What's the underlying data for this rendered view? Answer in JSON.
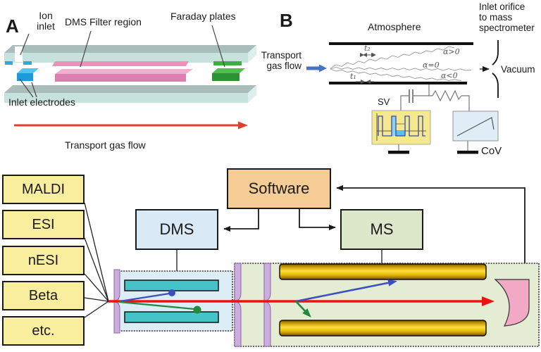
{
  "figure": {
    "panel_a": {
      "letter": "A",
      "ion_inlet": "Ion\ninlet",
      "dms_filter_region": "DMS Filter region",
      "faraday_plates": "Faraday plates",
      "inlet_electrodes": "Inlet electrodes",
      "transport_gas_flow": "Transport gas flow"
    },
    "panel_b": {
      "letter": "B",
      "atmosphere": "Atmosphere",
      "transport_gas_flow": "Transport\ngas flow",
      "inlet_orifice": "Inlet orifice\nto mass\nspectrometer",
      "vacuum": "Vacuum",
      "sv": "SV",
      "cov": "CoV",
      "t2": "t₂",
      "t1": "t₁",
      "alpha_positive": "α>0",
      "alpha_zero": "α=0",
      "alpha_negative": "α<0"
    },
    "flowchart": {
      "software": "Software",
      "dms": "DMS",
      "ms": "MS",
      "sources": [
        "MALDI",
        "ESI",
        "nESI",
        "Beta",
        "etc."
      ]
    },
    "colors": {
      "source_box_fill": "#f9ee9e",
      "software_fill": "#f6cc95",
      "dms_box_fill": "#d9eaf6",
      "ms_box_fill": "#dde8cb",
      "dms_device_fill": "#dcedf6",
      "ms_chamber_fill": "#e4ecd4",
      "aperture_plate_fill": "#cbaede",
      "dms_electrode_teal": "#45c3c8",
      "quadrupole_rod_gold": "#e0b400",
      "detector_pink": "#f2a9c6",
      "ion_beam_red": "#ee1111",
      "ion_path_blue": "#3a4fc0",
      "ion_path_green": "#1f8b3b",
      "transport_arrow_blue": "#4472c4",
      "filter_electrode_pink": "#db7fae",
      "inlet_electrode_blue": "#1b9cd8",
      "faraday_plate_green": "#2e9134",
      "sv_box_fill": "#f5e88f",
      "cov_box_fill": "#dfeef6"
    }
  }
}
